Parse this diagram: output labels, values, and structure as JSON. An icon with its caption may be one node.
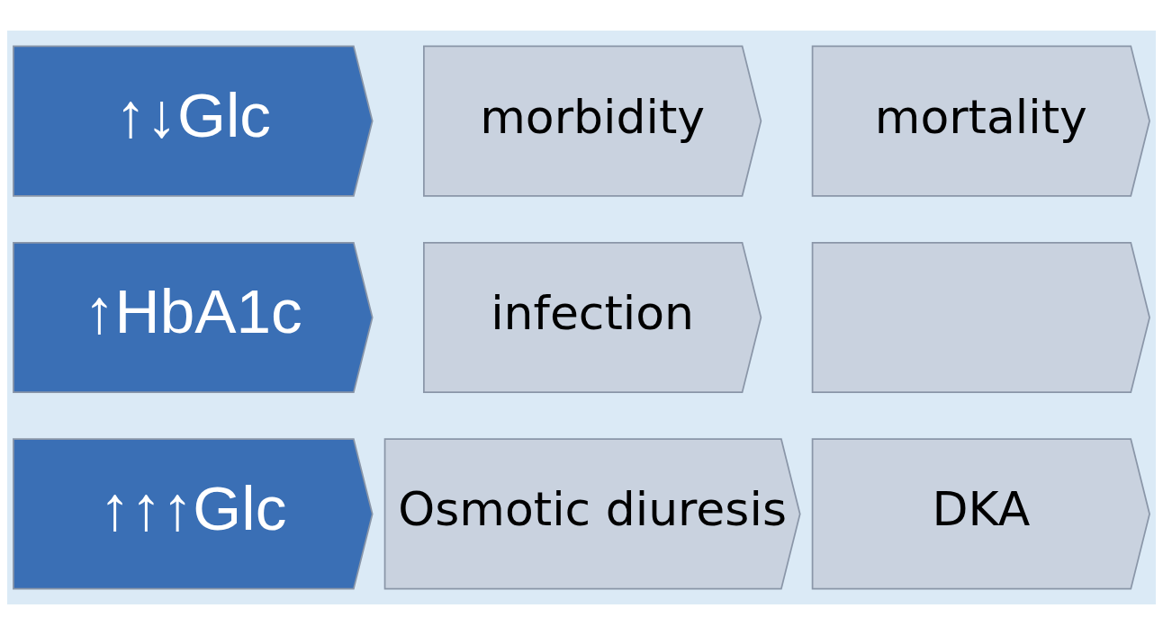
{
  "diagram": {
    "nodes": [
      {
        "text": [
          "↑↓Glc"
        ]
      },
      {
        "text": [
          "morbidity"
        ]
      },
      {
        "text": [
          "mortality"
        ]
      },
      {
        "text": [
          "↑HbA1c"
        ]
      },
      {
        "text": [
          "infection"
        ]
      },
      {
        "text": [],
        "shape": "chevron"
      },
      {
        "text": [
          "↑↑↑Glc"
        ]
      },
      {
        "text": [
          "Osmotic diuresis"
        ]
      },
      {
        "text": [
          "DKA"
        ]
      }
    ]
  }
}
